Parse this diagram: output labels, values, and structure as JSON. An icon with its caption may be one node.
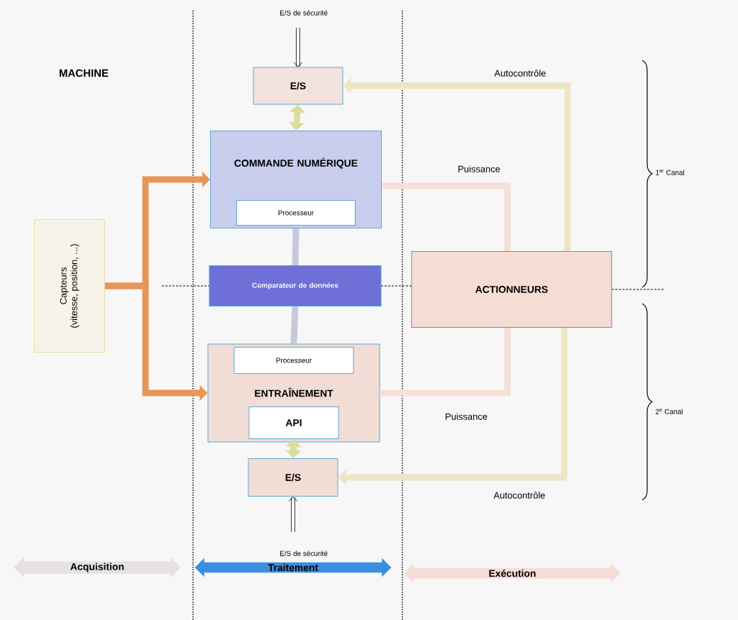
{
  "diagram": {
    "nodes": [
      {
        "text": [
          "E/S"
        ]
      },
      {
        "text": [
          "COMMANDE NUMÉRIQUE"
        ]
      },
      {
        "text": [
          "Processeur"
        ],
        "in": 1
      },
      {
        "text": [
          "Comparateur de données"
        ]
      },
      {
        "text": [
          "ENTRAÎNEMENT"
        ]
      },
      {
        "text": [
          "Processeur"
        ],
        "in": 4
      },
      {
        "text": [
          "API"
        ],
        "in": 4
      },
      {
        "text": [
          "E/S"
        ]
      },
      {
        "text": [
          "Capteurs",
          "(vitesse, position, ...)"
        ]
      },
      {
        "text": [
          "ACTIONNEURS"
        ]
      },
      {
        "text": [
          "Acquisition"
        ]
      },
      {
        "text": [
          "Traitement"
        ]
      },
      {
        "text": [
          "Exécution"
        ]
      }
    ],
    "edges": [
      {
        "from": null,
        "to": 0,
        "arrow": "to"
      },
      {
        "from": 0,
        "to": 1,
        "arrow": "both",
        "color": "#dcdca0"
      },
      {
        "from": 1,
        "to": 3,
        "arrow": "none",
        "color": "#c8c8dc"
      },
      {
        "from": 3,
        "to": 4,
        "arrow": "none",
        "color": "#c8c8dc"
      },
      {
        "from": 6,
        "to": 7,
        "arrow": "both",
        "color": "#dcdca0"
      },
      {
        "from": null,
        "to": 7,
        "arrow": "to"
      },
      {
        "from": 8,
        "to": 1,
        "arrow": "to",
        "color": "#e8955a"
      },
      {
        "from": 8,
        "to": 4,
        "arrow": "to",
        "color": "#e8955a"
      },
      {
        "from": 9,
        "to": 0,
        "arrow": "to",
        "label": "Autocontrôle",
        "color": "#efe4c4"
      },
      {
        "from": 1,
        "to": 9,
        "arrow": "none",
        "label": "Puissance",
        "color": "#f5e0d8"
      },
      {
        "from": 4,
        "to": 9,
        "arrow": "none",
        "label": "Puissance",
        "color": "#f5e0d8"
      },
      {
        "from": 9,
        "to": 7,
        "arrow": "to",
        "label": "Autocontrôle",
        "color": "#efe4c4"
      }
    ],
    "labels": [
      "E/S de sécurité",
      "MACHINE",
      "1$^{er}$ Canal",
      "2$^{e}$ Canal",
      "E/S de sécurité"
    ]
  }
}
